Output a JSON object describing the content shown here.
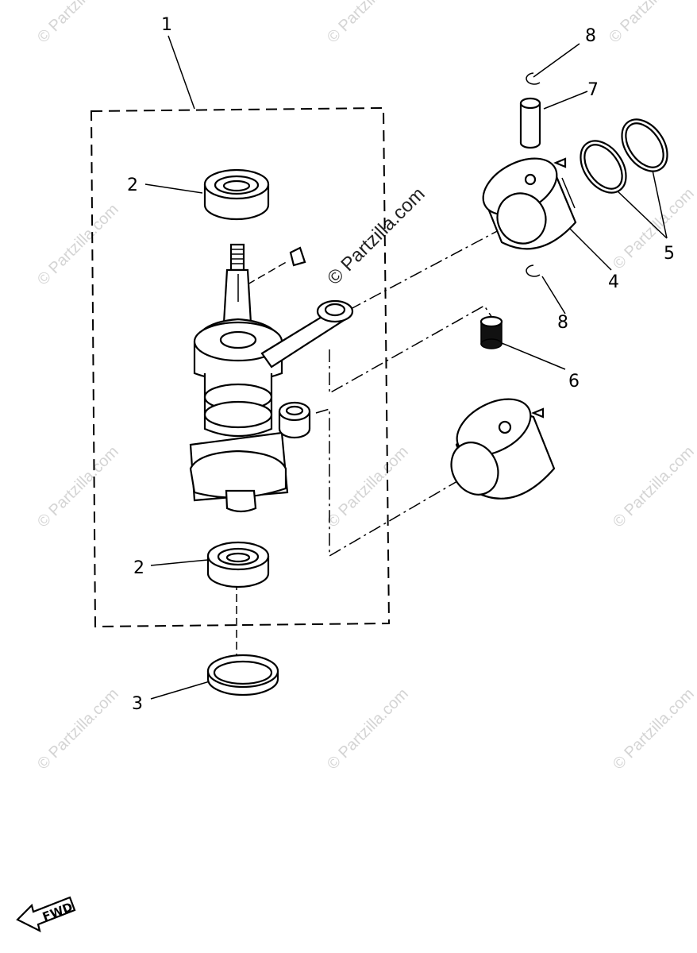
{
  "callouts": [
    {
      "id": "1",
      "text": "1"
    },
    {
      "id": "2a",
      "text": "2"
    },
    {
      "id": "2b",
      "text": "2"
    },
    {
      "id": "3",
      "text": "3"
    },
    {
      "id": "4",
      "text": "4"
    },
    {
      "id": "5",
      "text": "5"
    },
    {
      "id": "6",
      "text": "6"
    },
    {
      "id": "7",
      "text": "7"
    },
    {
      "id": "8a",
      "text": "8"
    },
    {
      "id": "8b",
      "text": "8"
    }
  ],
  "watermark_text": "© Partzilla.com",
  "fwd_label": "FWD",
  "icons": {
    "fwd_arrow": "fwd-arrow-icon"
  }
}
